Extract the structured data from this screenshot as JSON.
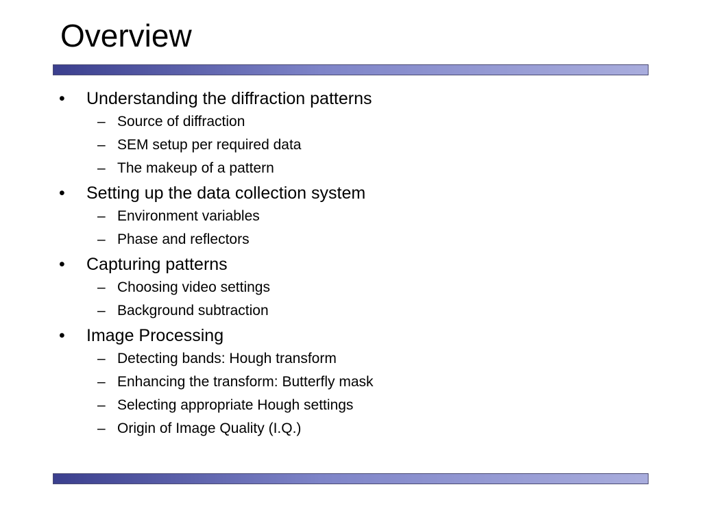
{
  "slide": {
    "title": "Overview",
    "bullet_glyph": "•",
    "dash_glyph": "–",
    "sections": [
      {
        "label": "Understanding the diffraction patterns",
        "items": [
          "Source of diffraction",
          "SEM setup per required data",
          "The makeup of a pattern"
        ]
      },
      {
        "label": "Setting up the data collection system",
        "items": [
          "Environment variables",
          "Phase and reflectors"
        ]
      },
      {
        "label": "Capturing patterns",
        "items": [
          "Choosing video settings",
          "Background subtraction"
        ]
      },
      {
        "label": "Image Processing",
        "items": [
          "Detecting bands: Hough transform",
          "Enhancing the transform: Butterfly mask",
          "Selecting appropriate Hough settings",
          "Origin of Image Quality (I.Q.)"
        ]
      }
    ]
  },
  "colors": {
    "bar_dark": "#3b3f8e",
    "bar_light": "#a9addd",
    "text": "#000000",
    "background": "#ffffff"
  }
}
